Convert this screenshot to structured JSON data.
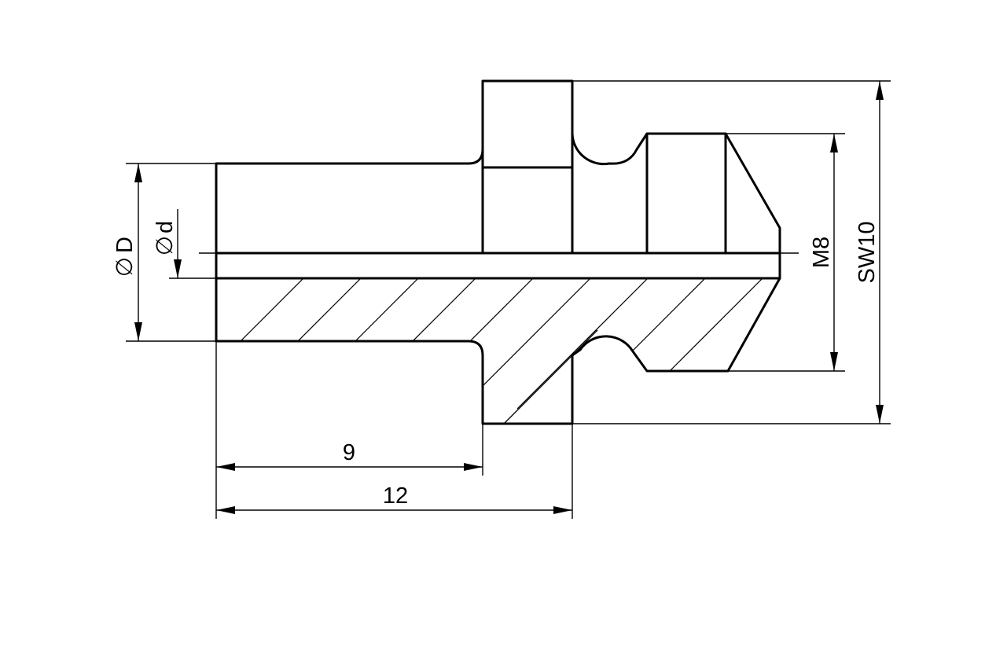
{
  "title": "",
  "part": {
    "name": "",
    "view": "half section"
  },
  "dimensions": {
    "dia_D_symbol": "∅",
    "dia_D_label": "D",
    "dia_d_symbol": "∅",
    "dia_d_label": "d",
    "thread_label": "M8",
    "hex_label": "SW10",
    "len_short_label": "9",
    "len_long_label": "12"
  },
  "colors": {
    "line": "#000000",
    "background": "#ffffff"
  }
}
